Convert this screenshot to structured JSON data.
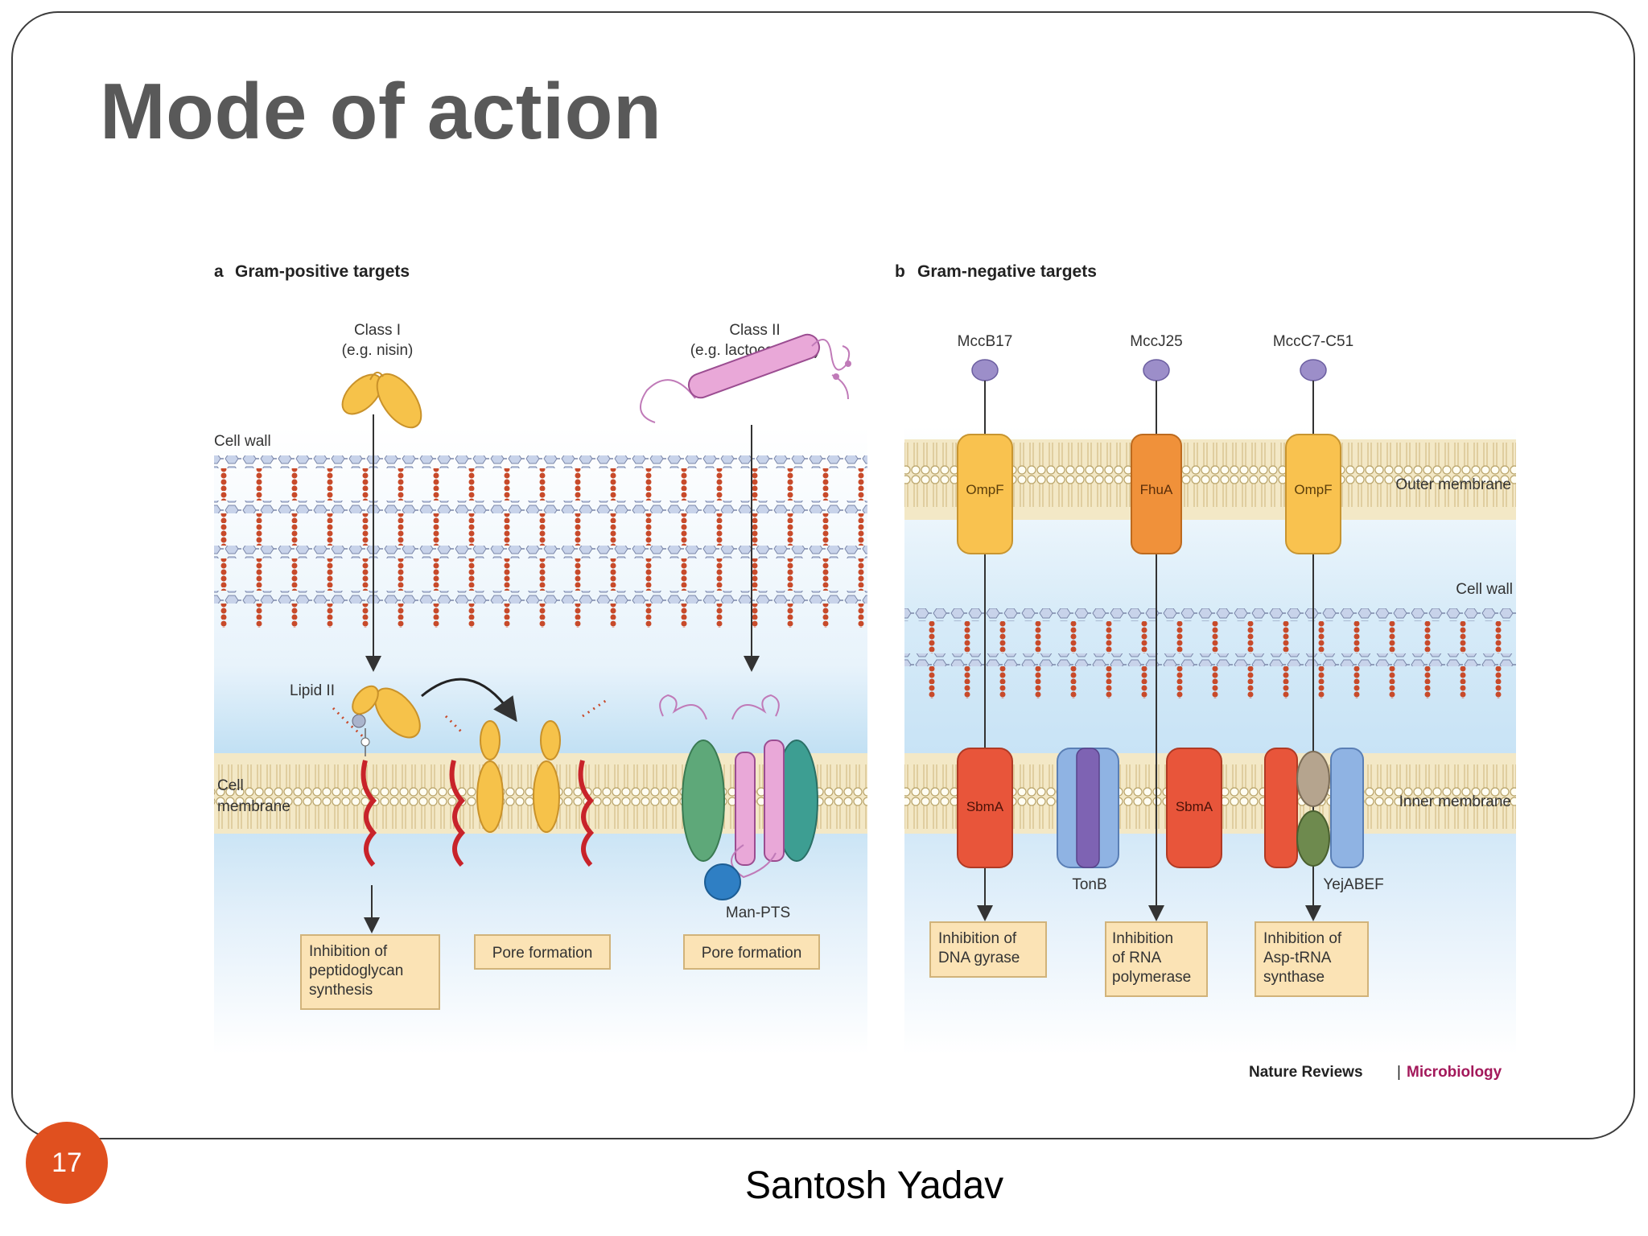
{
  "slide": {
    "title": "Mode of action",
    "number": "17",
    "footer": "Santosh Yadav"
  },
  "panel_a": {
    "heading_letter": "a",
    "heading": "Gram-positive targets",
    "class1_line1": "Class I",
    "class1_line2": "(e.g. nisin)",
    "class2_line1": "Class II",
    "class2_line2": "(e.g. lactococcin A)",
    "cell_wall": "Cell wall",
    "lipid2": "Lipid II",
    "cell_membrane_line1": "Cell",
    "cell_membrane_line2": "membrane",
    "man_pts": "Man-PTS",
    "box1": [
      "Inhibition of",
      "peptidoglycan",
      "synthesis"
    ],
    "box2": "Pore formation",
    "box3": "Pore formation"
  },
  "panel_b": {
    "heading_letter": "b",
    "heading": "Gram-negative targets",
    "mcc1": "MccB17",
    "mcc2": "MccJ25",
    "mcc3": "MccC7-C51",
    "ompf1": "OmpF",
    "fhua": "FhuA",
    "ompf2": "OmpF",
    "outer_membrane": "Outer membrane",
    "cell_wall": "Cell wall",
    "sbma1": "SbmA",
    "sbma2": "SbmA",
    "inner_membrane": "Inner membrane",
    "tonb": "TonB",
    "yejabef": "YejABEF",
    "box1": [
      "Inhibition of",
      "DNA gyrase"
    ],
    "box2": [
      "Inhibition",
      "of RNA",
      "polymerase"
    ],
    "box3": [
      "Inhibition of",
      "Asp-tRNA",
      "synthase"
    ]
  },
  "credit": {
    "journal": "Nature Reviews",
    "separator": "|",
    "section": "Microbiology"
  },
  "colors": {
    "accent_orange": "#e0501f",
    "title_gray": "#595959",
    "credit_magenta": "#a3195b"
  }
}
